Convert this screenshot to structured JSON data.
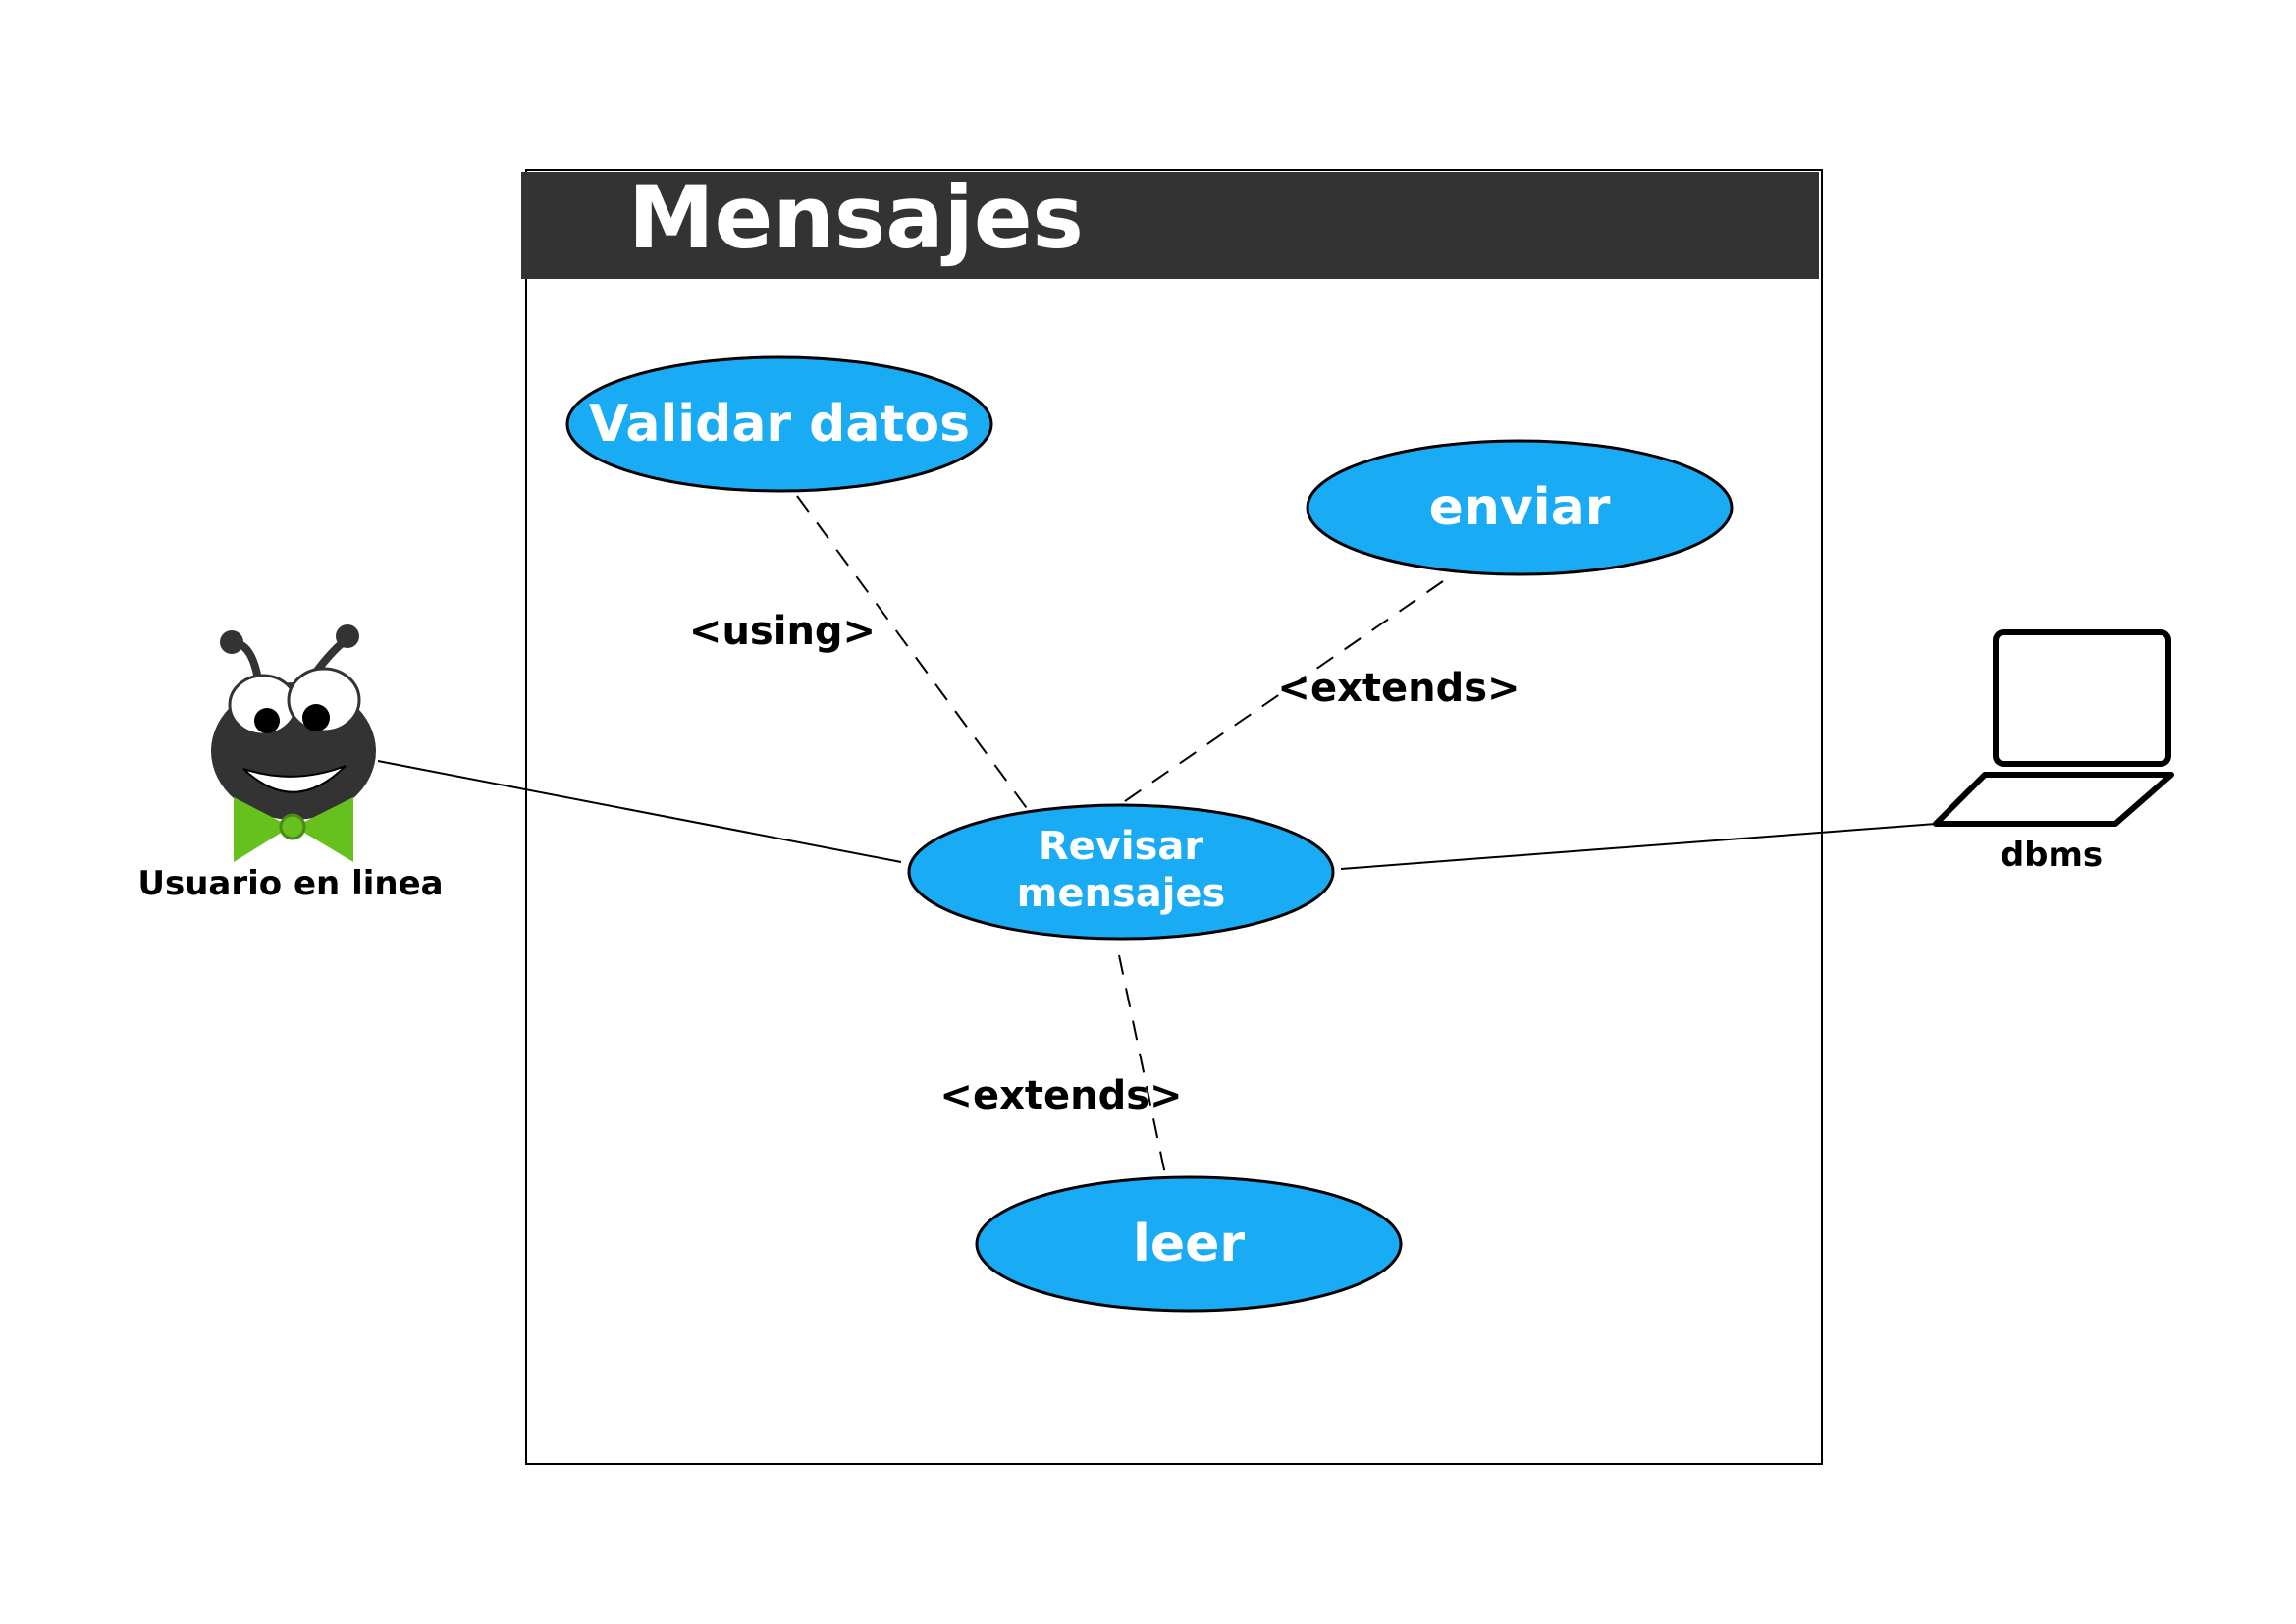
{
  "system": {
    "title": "Mensajes"
  },
  "actors": {
    "user": {
      "label": "Usuario en linea",
      "icon": "ant-mascot-icon"
    },
    "db": {
      "label": "dbms",
      "icon": "laptop-icon"
    }
  },
  "use_cases": {
    "validar": {
      "label": "Validar datos"
    },
    "enviar": {
      "label": "enviar"
    },
    "revisar": {
      "line1": "Revisar",
      "line2": "mensajes"
    },
    "leer": {
      "label": "leer"
    }
  },
  "relations": {
    "using": "<using>",
    "extends_enviar": "<extends>",
    "extends_leer": "<extends>"
  },
  "colors": {
    "use_case_fill": "#1aabf5",
    "title_bar": "#333333",
    "outline": "#000000",
    "bowtie": "#66c11e"
  }
}
